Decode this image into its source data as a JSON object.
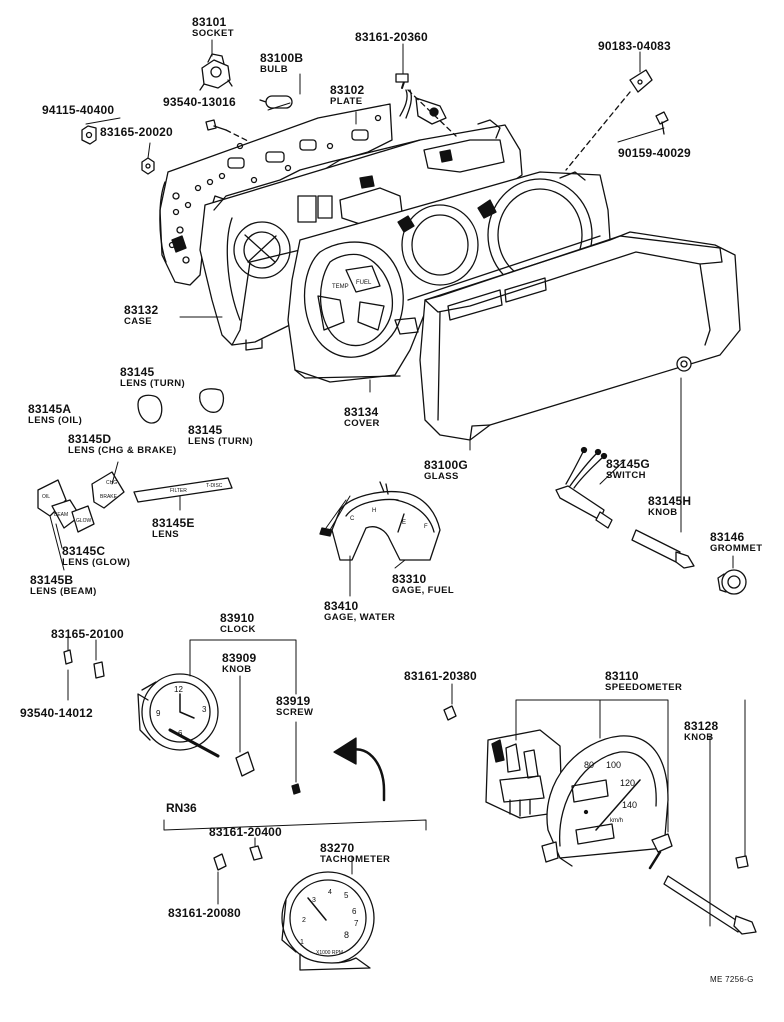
{
  "labels": {
    "p83101": "83101",
    "n83101": "SOCKET",
    "p83100B": "83100B",
    "n83100B": "BULB",
    "p83161_20360": "83161-20360",
    "p90183": "90183-04083",
    "p94115": "94115-40400",
    "p93540_13016": "93540-13016",
    "p83102": "83102",
    "n83102": "PLATE",
    "p83165_20020": "83165-20020",
    "p90159": "90159-40029",
    "p83132": "83132",
    "n83132": "CASE",
    "p83145_top": "83145",
    "n83145_top": "LENS (TURN)",
    "p83145_right": "83145",
    "n83145_right": "LENS (TURN)",
    "p83145A": "83145A",
    "n83145A": "LENS (OIL)",
    "p83145D": "83145D",
    "n83145D": "LENS (CHG & BRAKE)",
    "p83134": "83134",
    "n83134": "COVER",
    "p83100G": "83100G",
    "n83100G": "GLASS",
    "p83145G": "83145G",
    "n83145G": "SWITCH",
    "p83145H": "83145H",
    "n83145H": "KNOB",
    "p83146": "83146",
    "n83146": "GROMMET",
    "p83145E": "83145E",
    "n83145E": "LENS",
    "p83145C": "83145C",
    "n83145C": "LENS (GLOW)",
    "p83145B": "83145B",
    "n83145B": "LENS (BEAM)",
    "p83310": "83310",
    "n83310": "GAGE, FUEL",
    "p83410": "83410",
    "n83410": "GAGE, WATER",
    "p83910": "83910",
    "n83910": "CLOCK",
    "p83909": "83909",
    "n83909": "KNOB",
    "p83919": "83919",
    "n83919": "SCREW",
    "p83165_20100": "83165-20100",
    "p93540_14012": "93540-14012",
    "p83161_20380": "83161-20380",
    "p83110": "83110",
    "n83110": "SPEEDOMETER",
    "p83128": "83128",
    "n83128": "KNOB",
    "rn36": "RN36",
    "p83161_20400": "83161-20400",
    "p83270": "83270",
    "n83270": "TACHOMETER",
    "p83161_20080": "83161-20080",
    "code": "ME 7256-G"
  },
  "dial_text": {
    "temp": "TEMP",
    "fuel": "FUEL",
    "oil": "OIL",
    "beam": "BEAM",
    "glow": "GLOW",
    "chg": "CHG",
    "brake": "BRAKE",
    "filter": "FILTER",
    "tdisc": "T-DISC",
    "c": "C",
    "h": "H",
    "e": "E",
    "f": "F",
    "clock_12": "12",
    "clock_3": "3",
    "clock_6": "6",
    "clock_9": "9",
    "spd_80": "80",
    "spd_100": "100",
    "spd_120": "120",
    "spd_140": "140",
    "kmh": "km/h",
    "t_1": "1",
    "t_2": "2",
    "t_3": "3",
    "t_4": "4",
    "t_5": "5",
    "t_6": "6",
    "t_7": "7",
    "t_8": "8",
    "rpm": "X1000 RPM"
  }
}
